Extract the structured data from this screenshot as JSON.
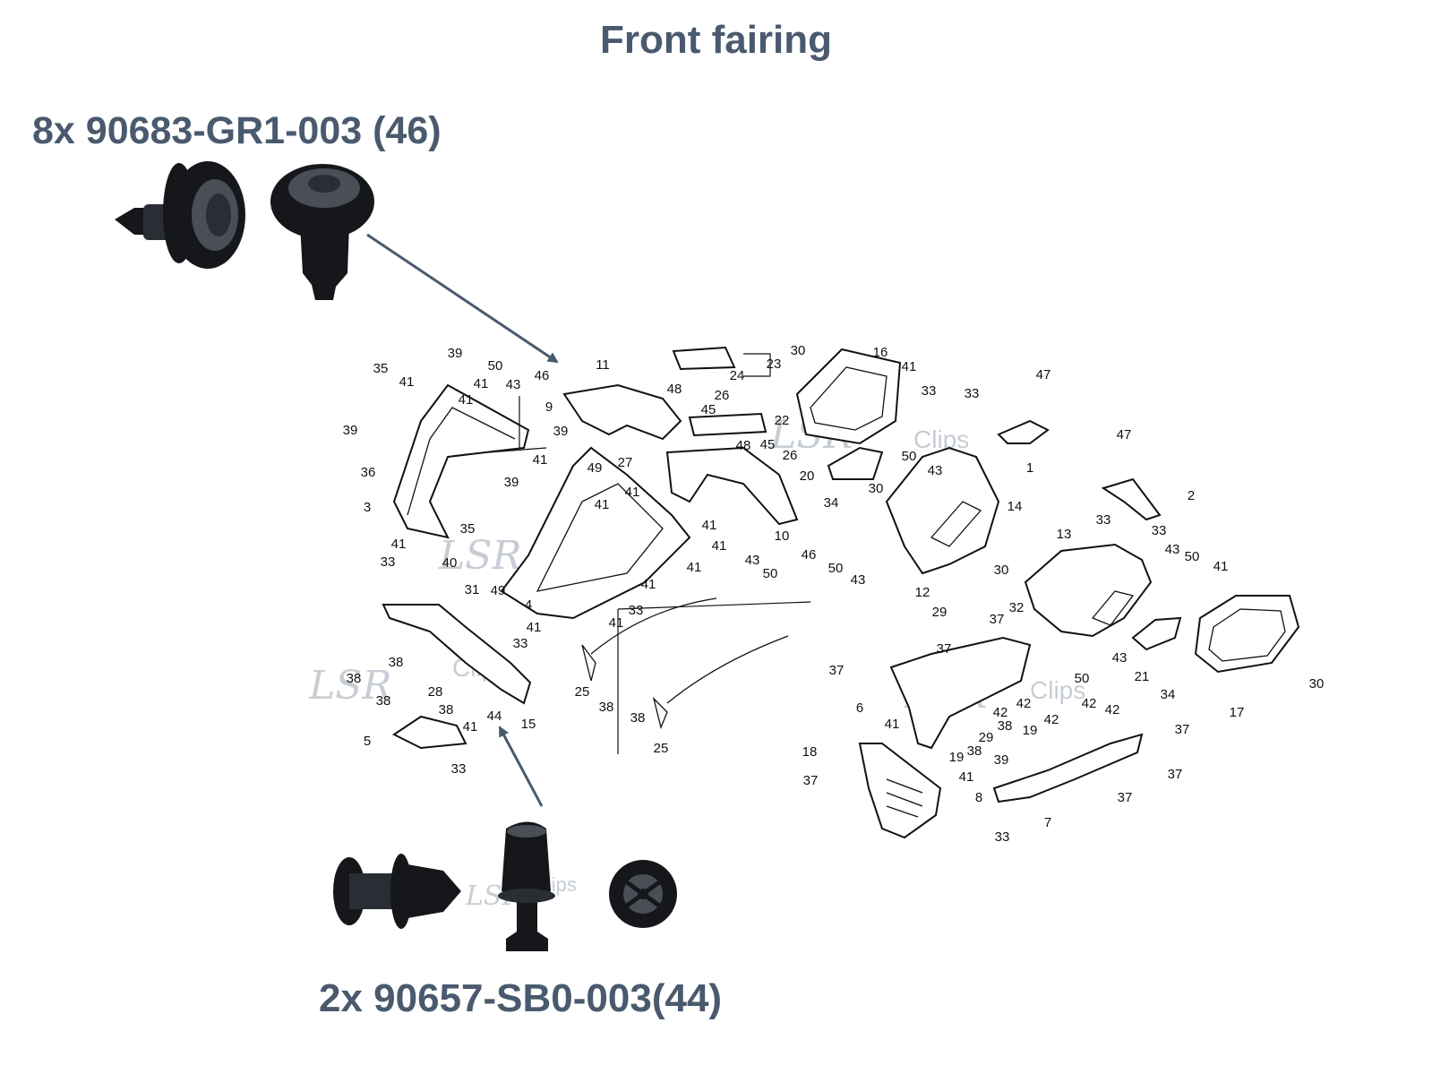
{
  "title": "Front fairing",
  "top_clip": {
    "label": "8x 90683-GR1-003 (46)",
    "ref": "46"
  },
  "bottom_clip": {
    "label": "2x 90657-SB0-003(44)",
    "ref": "44"
  },
  "watermark": {
    "logo": "LSR",
    "brand": "Clips"
  },
  "colors": {
    "title_text": "#4a5a6e",
    "arrow": "#4a5a6e",
    "line_art": "#111111",
    "clip": "#15171b",
    "watermark": "#9aa6b2"
  },
  "icons": [
    "push-rivet-clip-icon",
    "snap-clip-icon"
  ],
  "callouts": [
    "1",
    "2",
    "3",
    "4",
    "5",
    "6",
    "7",
    "8",
    "9",
    "10",
    "11",
    "12",
    "13",
    "14",
    "15",
    "16",
    "17",
    "18",
    "19",
    "20",
    "21",
    "22",
    "23",
    "24",
    "25",
    "26",
    "27",
    "28",
    "29",
    "30",
    "31",
    "32",
    "33",
    "34",
    "35",
    "36",
    "37",
    "38",
    "39",
    "40",
    "41",
    "42",
    "43",
    "44",
    "45",
    "46",
    "47",
    "48",
    "49",
    "50"
  ]
}
